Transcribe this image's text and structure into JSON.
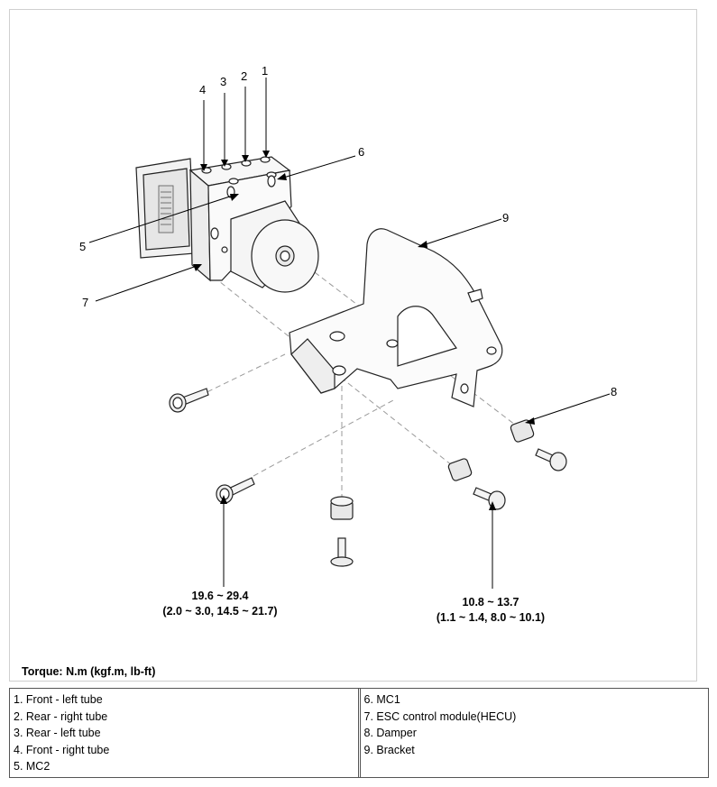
{
  "callouts": [
    "1",
    "2",
    "3",
    "4",
    "5",
    "6",
    "7",
    "8",
    "9"
  ],
  "torque_left": {
    "line1": "19.6 ~ 29.4",
    "line2": "(2.0 ~ 3.0, 14.5 ~ 21.7)"
  },
  "torque_right": {
    "line1": "10.8 ~ 13.7",
    "line2": "(1.1 ~ 1.4, 8.0 ~ 10.1)"
  },
  "torque_caption": "Torque: N.m (kgf.m, lb-ft)",
  "legend": {
    "left": [
      "1. Front - left tube",
      "2. Rear - right tube",
      "3. Rear - left tube",
      "4. Front - right tube",
      "5. MC2"
    ],
    "right": [
      "6. MC1",
      "7. ESC control module(HECU)",
      "8. Damper",
      "9. Bracket"
    ]
  }
}
